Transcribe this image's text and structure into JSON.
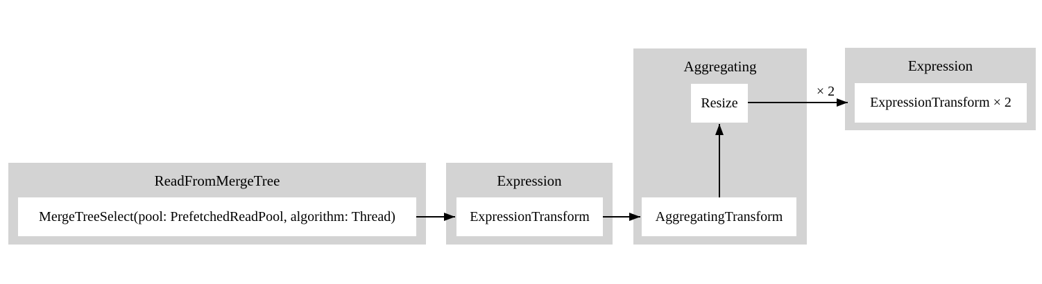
{
  "colors": {
    "background": "#ffffff",
    "cluster_fill": "#d3d3d3",
    "node_fill": "#ffffff",
    "text": "#000000",
    "edge": "#000000"
  },
  "clusters": {
    "read_from_merge_tree": {
      "title": "ReadFromMergeTree",
      "node": "MergeTreeSelect(pool: PrefetchedReadPool, algorithm: Thread)"
    },
    "expression_1": {
      "title": "Expression",
      "node": "ExpressionTransform"
    },
    "aggregating": {
      "title": "Aggregating",
      "node_resize": "Resize",
      "node_transform": "AggregatingTransform"
    },
    "expression_2": {
      "title": "Expression",
      "node": "ExpressionTransform × 2"
    }
  },
  "edges": {
    "resize_to_expression_label": "× 2"
  }
}
